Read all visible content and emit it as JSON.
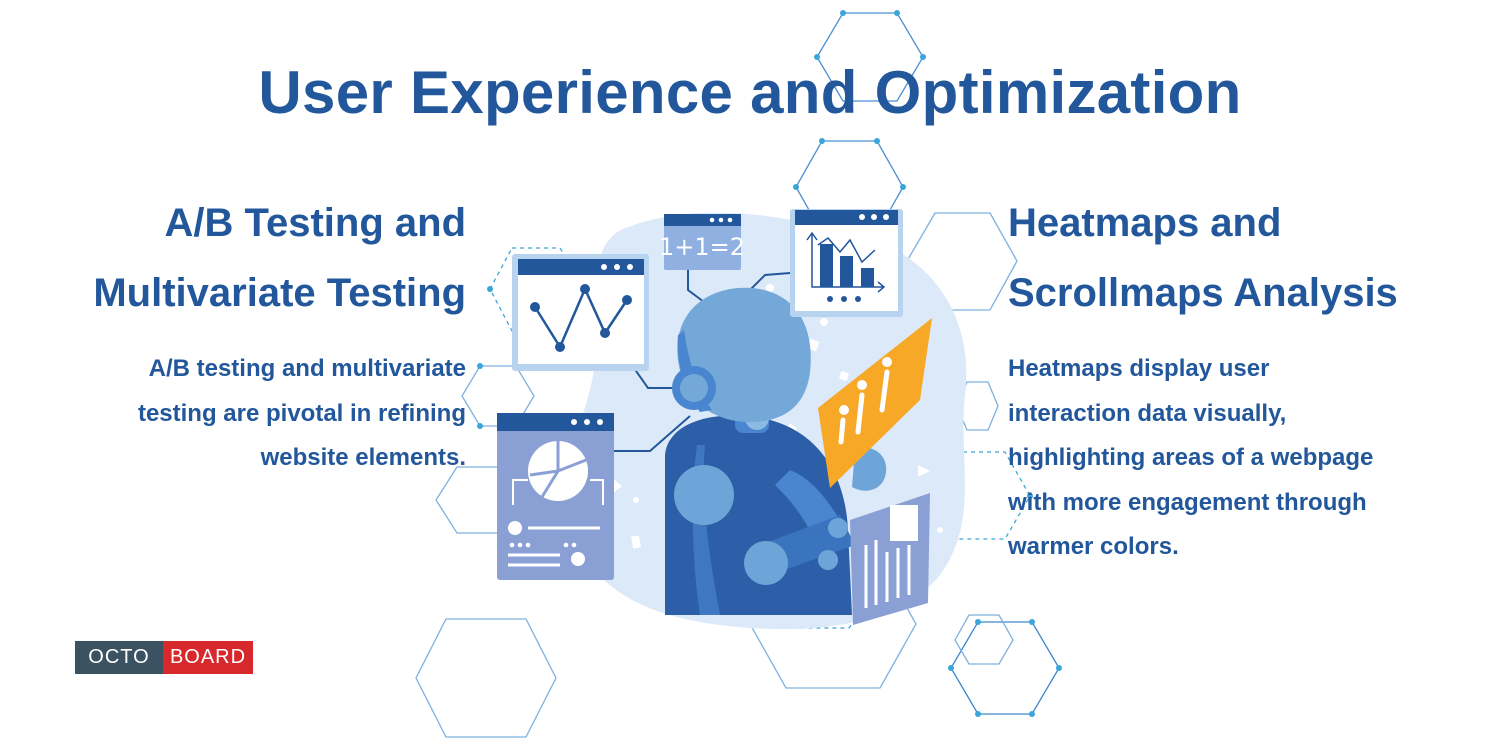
{
  "title": "User Experience and Optimization",
  "left_section": {
    "heading_lines": [
      "A/B Testing and",
      "Multivariate Testing"
    ],
    "body_lines": [
      "A/B testing and multivariate",
      "testing are pivotal in refining",
      "website elements."
    ]
  },
  "right_section": {
    "heading_lines": [
      "Heatmaps and",
      "Scrollmaps Analysis"
    ],
    "body_lines": [
      "Heatmaps display user",
      "interaction data visually,",
      "highlighting areas of a webpage",
      "with more engagement through",
      "warmer colors."
    ]
  },
  "illustration": {
    "formula_text": "1+1=2",
    "icons": [
      "robot-icon",
      "line-chart-window-icon",
      "bar-chart-window-icon",
      "pie-chart-window-icon",
      "document-icon",
      "hexagon-pattern"
    ]
  },
  "logo": {
    "left": "OCTO",
    "right": "BOARD"
  },
  "colors": {
    "primary": "#22579b",
    "light_blue": "#6aa3d6",
    "background_blob": "#dce9f8",
    "accent_orange": "#f7a827",
    "logo_gray": "#3b5262",
    "logo_red": "#d7282b"
  }
}
